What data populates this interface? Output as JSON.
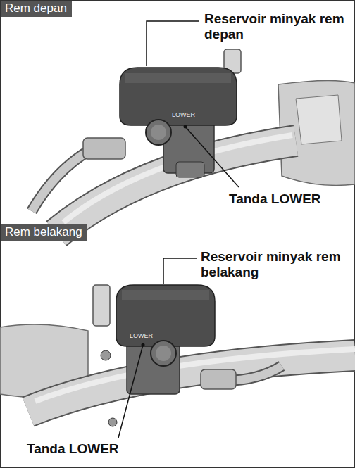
{
  "diagram": {
    "nodes": [
      {
        "text": [
          "Rem depan"
        ]
      },
      {
        "text": [
          "Rem belakang"
        ]
      }
    ],
    "labels": [
      "Reservoir minyak rem depan",
      "LOWER",
      "Tanda LOWER",
      "Reservoir minyak rem belakang",
      "LOWER",
      "Tanda LOWER"
    ]
  }
}
